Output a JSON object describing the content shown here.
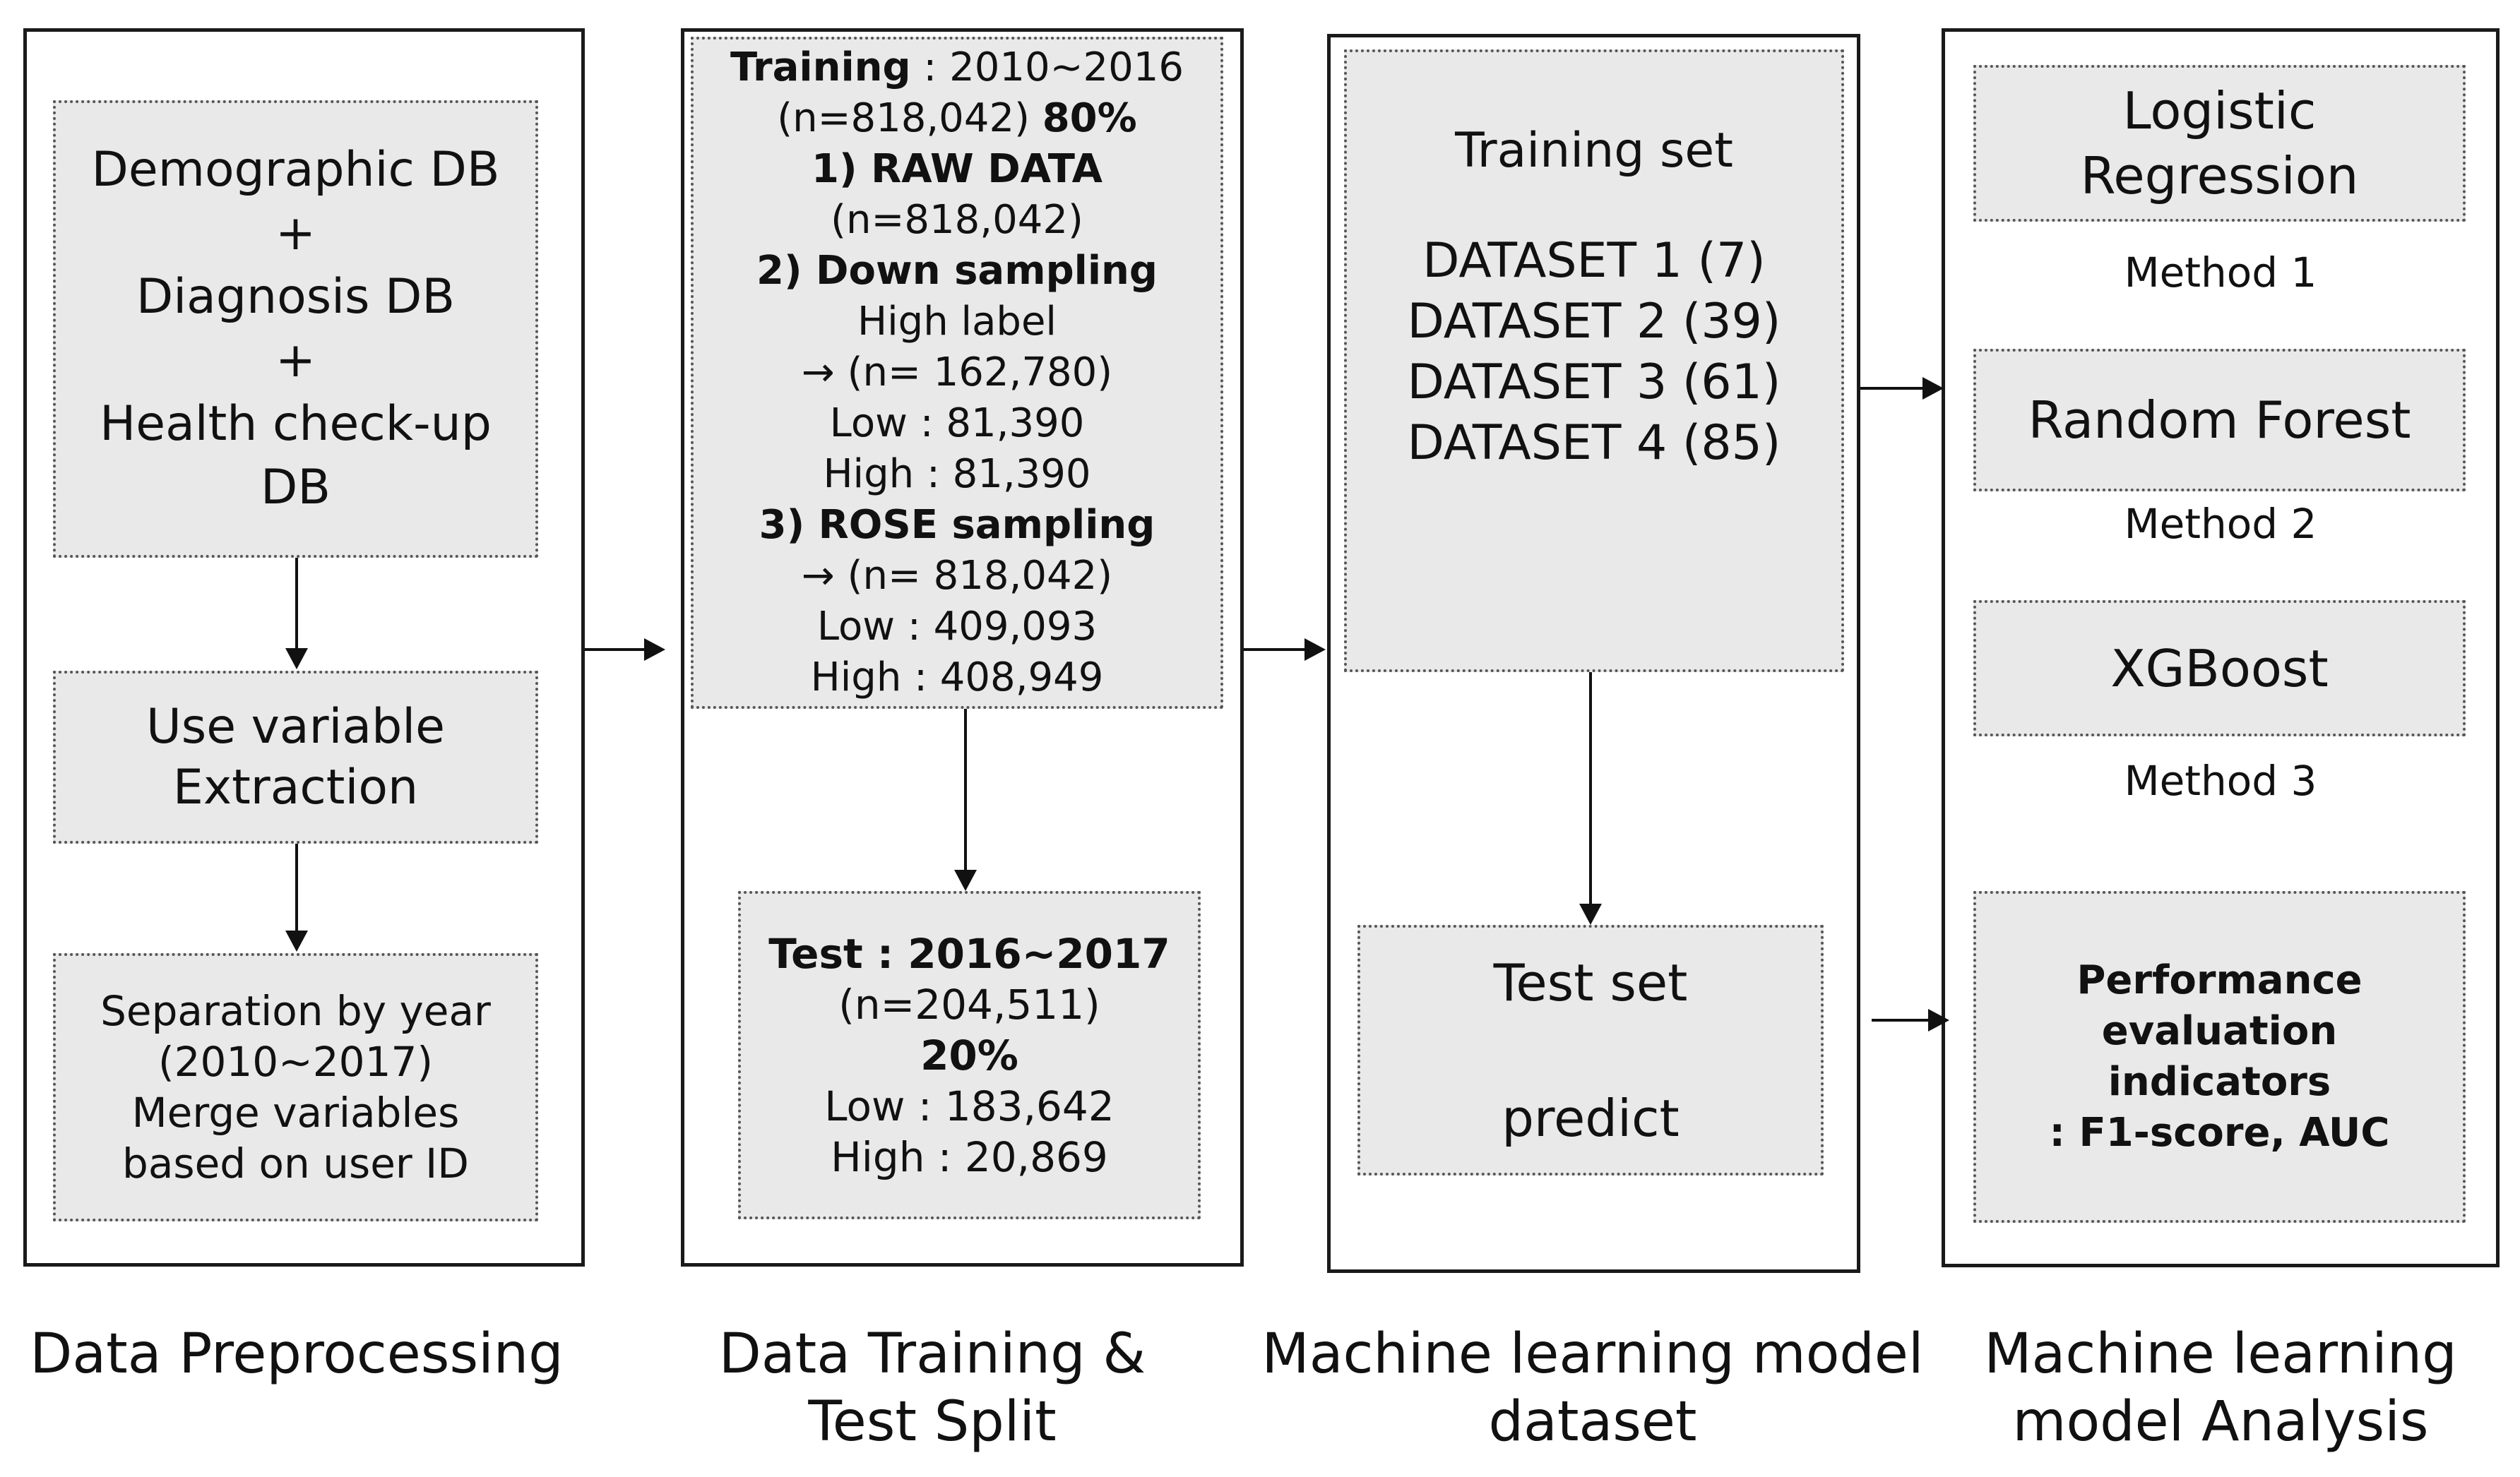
{
  "preprocessing": {
    "db_box": {
      "line1": "Demographic DB",
      "plus1": "+",
      "line2": "Diagnosis DB",
      "plus2": "+",
      "line3": "Health check-up",
      "line4": "DB"
    },
    "extraction_box": {
      "line1": "Use variable",
      "line2": "Extraction"
    },
    "separation_box": {
      "line1": "Separation by year",
      "line2": "(2010~2017)",
      "line3": "Merge variables",
      "line4": "based on user ID"
    },
    "caption": "Data Preprocessing"
  },
  "split": {
    "training_box": {
      "title_bold": "Training",
      "title_rest": " : 2010~2016",
      "count_prefix": "(n=818,042) ",
      "count_pct": "80%",
      "raw_title": "1)  RAW DATA",
      "raw_count": "(n=818,042)",
      "down_title": "2) Down sampling",
      "down_label": "High label",
      "down_count": "→ (n= 162,780)",
      "down_low": "Low : 81,390",
      "down_high": "High : 81,390",
      "rose_title": "3) ROSE sampling",
      "rose_count": "→ (n= 818,042)",
      "rose_low": "Low : 409,093",
      "rose_high": "High : 408,949"
    },
    "test_box": {
      "title": "Test : 2016~2017",
      "count": "(n=204,511)",
      "pct": "20%",
      "low": "Low : 183,642",
      "high": "High : 20,869"
    },
    "caption_line1": "Data Training &",
    "caption_line2": "Test Split"
  },
  "dataset": {
    "training_box": {
      "title": "Training set",
      "ds1": "DATASET 1   (7)",
      "ds2": "DATASET 2 (39)",
      "ds3": "DATASET 3 (61)",
      "ds4": "DATASET 4 (85)"
    },
    "test_box": {
      "line1": "Test set",
      "line2": "predict"
    },
    "caption_line1": "Machine learning model",
    "caption_line2": "dataset"
  },
  "analysis": {
    "lr_line1": "Logistic",
    "lr_line2": "Regression",
    "method1": "Method 1",
    "rf": "Random Forest",
    "method2": "Method 2",
    "xgb": "XGBoost",
    "method3": "Method 3",
    "perf_line1": "Performance",
    "perf_line2": "evaluation",
    "perf_line3": "indicators",
    "perf_line4": ": F1-score, AUC",
    "caption_line1": "Machine learning",
    "caption_line2": "model Analysis"
  }
}
